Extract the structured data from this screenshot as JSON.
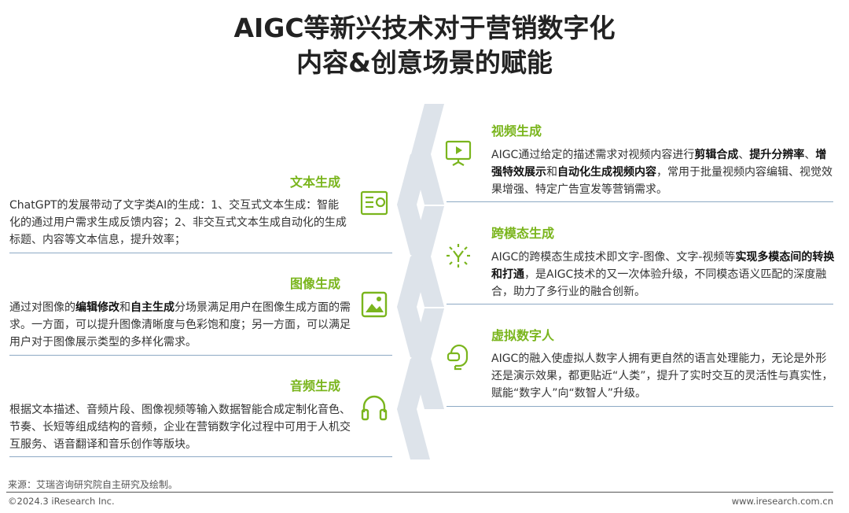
{
  "title": {
    "line1": "AIGC等新兴技术对于营销数字化",
    "line2": "内容&创意场景的赋能"
  },
  "colors": {
    "accent": "#7ab51d",
    "spine": "#dde3ea",
    "rule": "#8da9c4"
  },
  "left": [
    {
      "heading": "文本生成",
      "icon": "document-icon",
      "segments": [
        {
          "t": "ChatGPT的发展带动了文字类AI的生成：1、交互式文本生成：智能化的通过用户需求生成反馈内容；2、非交互式文本生成自动化的生成标题、内容等文本信息，提升效率；",
          "b": false
        }
      ]
    },
    {
      "heading": "图像生成",
      "icon": "image-icon",
      "segments": [
        {
          "t": "通过对图像的",
          "b": false
        },
        {
          "t": "编辑修改",
          "b": true
        },
        {
          "t": "和",
          "b": false
        },
        {
          "t": "自主生成",
          "b": true
        },
        {
          "t": "分场景满足用户在图像生成方面的需求。一方面，可以提升图像清晰度与色彩饱和度；另一方面，可以满足用户对于图像展示类型的多样化需求。",
          "b": false
        }
      ]
    },
    {
      "heading": "音频生成",
      "icon": "headphones-icon",
      "segments": [
        {
          "t": "根据文本描述、音频片段、图像视频等输入数据智能合成定制化音色、节奏、长短等组成结构的音频，企业在营销数字化过程中可用于人机交互服务、语音翻译和音乐创作等版块。",
          "b": false
        }
      ]
    }
  ],
  "right": [
    {
      "heading": "视频生成",
      "icon": "video-board-icon",
      "segments": [
        {
          "t": "AIGC通过给定的描述需求对视频内容进行",
          "b": false
        },
        {
          "t": "剪辑合成",
          "b": true
        },
        {
          "t": "、",
          "b": false
        },
        {
          "t": "提升分辨率",
          "b": true
        },
        {
          "t": "、",
          "b": false
        },
        {
          "t": "增强特效展示",
          "b": true
        },
        {
          "t": "和",
          "b": false
        },
        {
          "t": "自动化生成视频内容",
          "b": true
        },
        {
          "t": "，常用于批量视频内容编辑、视觉效果增强、特定广告宣发等营销需求。",
          "b": false
        }
      ]
    },
    {
      "heading": "跨模态生成",
      "icon": "cross-modal-icon",
      "segments": [
        {
          "t": "AIGC的跨模态生成技术即文字-图像、文字-视频等",
          "b": false
        },
        {
          "t": "实现多模态间的转换和打通",
          "b": true
        },
        {
          "t": "，是AIGC技术的又一次体验升级，不同模态语义匹配的深度融合，助力了多行业的融合创新。",
          "b": false
        }
      ]
    },
    {
      "heading": "虚拟数字人",
      "icon": "virtual-human-icon",
      "segments": [
        {
          "t": "AIGC的融入使虚拟人数字人拥有更自然的语言处理能力，无论是外形还是演示效果，都更贴近“人类”，提升了实时交互的灵活性与真实性，赋能“数字人”向“数智人”升级。",
          "b": false
        }
      ]
    }
  ],
  "footer": {
    "source": "来源：艾瑞咨询研究院自主研究及绘制。",
    "copyright": "©2024.3 iResearch Inc.",
    "site": "www.iresearch.com.cn"
  }
}
